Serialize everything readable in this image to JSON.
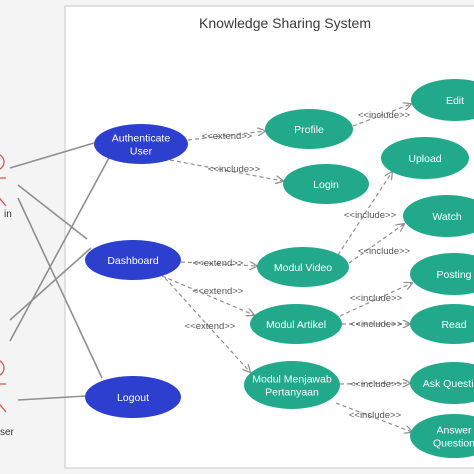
{
  "title": "Knowledge Sharing System",
  "actors": [
    {
      "id": "a1",
      "label": "in"
    },
    {
      "id": "a2",
      "label": "ser"
    }
  ],
  "use_cases": [
    {
      "id": "auth",
      "lines": [
        "Authenticate",
        "User"
      ],
      "color": "#2d3fcf"
    },
    {
      "id": "dashboard",
      "lines": [
        "Dashboard"
      ],
      "color": "#2d3fcf"
    },
    {
      "id": "logout",
      "lines": [
        "Logout"
      ],
      "color": "#2d3fcf"
    },
    {
      "id": "profile",
      "lines": [
        "Profile"
      ],
      "color": "#22a98c"
    },
    {
      "id": "login",
      "lines": [
        "Login"
      ],
      "color": "#22a98c"
    },
    {
      "id": "edit",
      "lines": [
        "Edit"
      ],
      "color": "#22a98c"
    },
    {
      "id": "upload",
      "lines": [
        "Upload"
      ],
      "color": "#22a98c"
    },
    {
      "id": "watch",
      "lines": [
        "Watch"
      ],
      "color": "#22a98c"
    },
    {
      "id": "modulvideo",
      "lines": [
        "Modul Video"
      ],
      "color": "#22a98c"
    },
    {
      "id": "posting",
      "lines": [
        "Posting"
      ],
      "color": "#22a98c"
    },
    {
      "id": "modulartikel",
      "lines": [
        "Modul Artikel"
      ],
      "color": "#22a98c"
    },
    {
      "id": "read",
      "lines": [
        "Read"
      ],
      "color": "#22a98c"
    },
    {
      "id": "moduljawab",
      "lines": [
        "Modul Menjawab",
        "Pertanyaan"
      ],
      "color": "#22a98c"
    },
    {
      "id": "ask",
      "lines": [
        "Ask Question"
      ],
      "color": "#22a98c"
    },
    {
      "id": "answer",
      "lines": [
        "Answer",
        "Question"
      ],
      "color": "#22a98c"
    }
  ],
  "associations": [
    {
      "from": "a1",
      "to": "auth"
    },
    {
      "from": "a1",
      "to": "dashboard"
    },
    {
      "from": "a1",
      "to": "logout"
    },
    {
      "from": "a2",
      "to": "auth"
    },
    {
      "from": "a2",
      "to": "dashboard"
    },
    {
      "from": "a2",
      "to": "logout"
    }
  ],
  "relations": [
    {
      "from": "auth",
      "to": "profile",
      "label": "<<extend>>"
    },
    {
      "from": "auth",
      "to": "login",
      "label": "<<include>>"
    },
    {
      "from": "profile",
      "to": "edit",
      "label": "<<include>>"
    },
    {
      "from": "dashboard",
      "to": "modulvideo",
      "label": "<<extend>>"
    },
    {
      "from": "dashboard",
      "to": "modulartikel",
      "label": "<<extend>>"
    },
    {
      "from": "dashboard",
      "to": "moduljawab",
      "label": "<<extend>>"
    },
    {
      "from": "modulvideo",
      "to": "upload",
      "label": "<<include>>"
    },
    {
      "from": "modulvideo",
      "to": "watch",
      "label": "<<include>>"
    },
    {
      "from": "modulartikel",
      "to": "posting",
      "label": "<<include>>"
    },
    {
      "from": "modulartikel",
      "to": "read",
      "label": "<<include>>"
    },
    {
      "from": "moduljawab",
      "to": "ask",
      "label": "<<include>>"
    },
    {
      "from": "moduljawab",
      "to": "answer",
      "label": "<<include>>"
    }
  ]
}
